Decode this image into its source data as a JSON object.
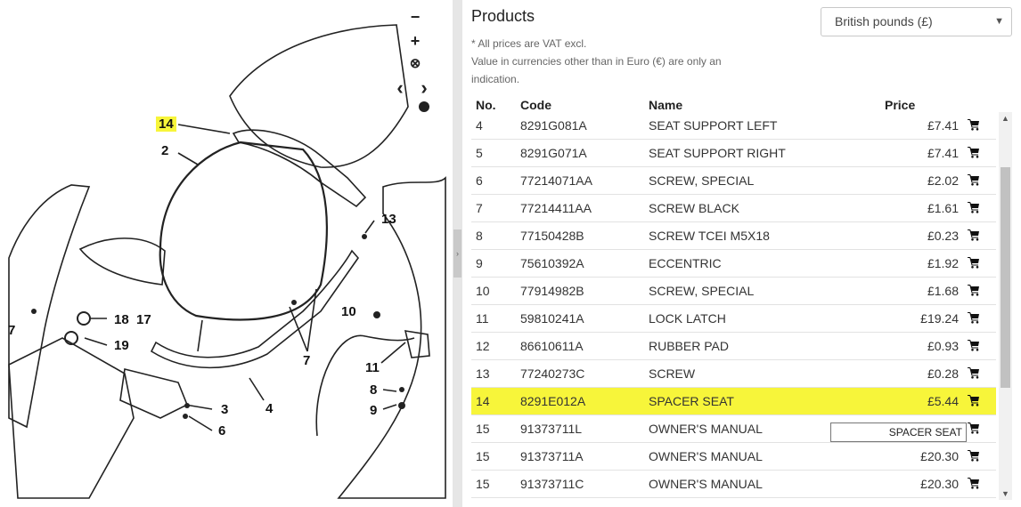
{
  "diagram": {
    "controls": [
      {
        "name": "zoom-out",
        "glyph": "−"
      },
      {
        "name": "zoom-in",
        "glyph": "+"
      },
      {
        "name": "reset",
        "glyph": "⊗"
      },
      {
        "name": "prev",
        "glyph": "‹"
      },
      {
        "name": "next",
        "glyph": "›"
      }
    ],
    "callouts": [
      "14",
      "2",
      "13",
      "7",
      "18",
      "17",
      "19",
      "10",
      "7",
      "11",
      "8",
      "9",
      "3",
      "4",
      "6"
    ],
    "highlight_callout": "14"
  },
  "products": {
    "title": "Products",
    "currency": "British pounds (£)",
    "note_vat": "* All prices are VAT excl.",
    "note_currency_1": "Value in currencies other than in Euro (€) are only an",
    "note_currency_2": "indication.",
    "columns": {
      "no": "No.",
      "code": "Code",
      "name": "Name",
      "price": "Price"
    },
    "rows": [
      {
        "no": "4",
        "code": "8291G081A",
        "name": "SEAT SUPPORT LEFT",
        "price": "£7.41",
        "highlight": false
      },
      {
        "no": "5",
        "code": "8291G071A",
        "name": "SEAT SUPPORT RIGHT",
        "price": "£7.41",
        "highlight": false
      },
      {
        "no": "6",
        "code": "77214071AA",
        "name": "SCREW, SPECIAL",
        "price": "£2.02",
        "highlight": false
      },
      {
        "no": "7",
        "code": "77214411AA",
        "name": "SCREW BLACK",
        "price": "£1.61",
        "highlight": false
      },
      {
        "no": "8",
        "code": "77150428B",
        "name": "SCREW TCEI M5X18",
        "price": "£0.23",
        "highlight": false
      },
      {
        "no": "9",
        "code": "75610392A",
        "name": "ECCENTRIC",
        "price": "£1.92",
        "highlight": false
      },
      {
        "no": "10",
        "code": "77914982B",
        "name": "SCREW, SPECIAL",
        "price": "£1.68",
        "highlight": false
      },
      {
        "no": "11",
        "code": "59810241A",
        "name": "LOCK LATCH",
        "price": "£19.24",
        "highlight": false
      },
      {
        "no": "12",
        "code": "86610611A",
        "name": "RUBBER PAD",
        "price": "£0.93",
        "highlight": false
      },
      {
        "no": "13",
        "code": "77240273C",
        "name": "SCREW",
        "price": "£0.28",
        "highlight": false
      },
      {
        "no": "14",
        "code": "8291E012A",
        "name": "SPACER SEAT",
        "price": "£5.44",
        "highlight": true
      },
      {
        "no": "15",
        "code": "91373711L",
        "name": "OWNER'S MANUAL",
        "price": "",
        "highlight": false
      },
      {
        "no": "15",
        "code": "91373711A",
        "name": "OWNER'S MANUAL",
        "price": "£20.30",
        "highlight": false
      },
      {
        "no": "15",
        "code": "91373711C",
        "name": "OWNER'S MANUAL",
        "price": "£20.30",
        "highlight": false
      }
    ],
    "cart_icon": "cart-icon",
    "tooltip": "SPACER SEAT",
    "highlight_color": "#f7f53a"
  }
}
